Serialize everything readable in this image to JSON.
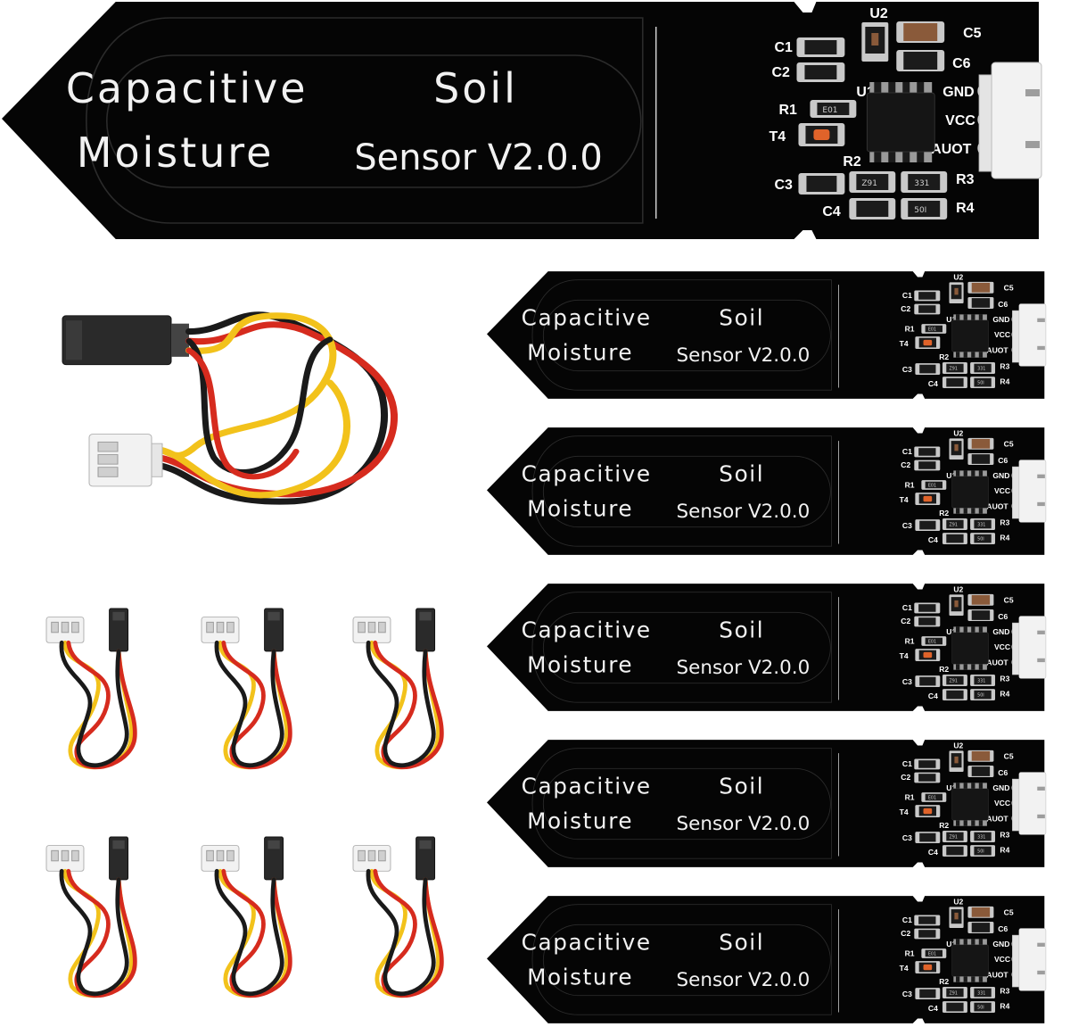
{
  "sensor": {
    "title_line1_a": "Capacitive",
    "title_line1_b": "Soil",
    "title_line2_a": "Moisture",
    "title_line2_b": "Sensor V2.0.0",
    "chip_u1": "U1",
    "chip_u2": "U2",
    "labels": {
      "c1": "C1",
      "c2": "C2",
      "c3": "C3",
      "c4": "C4",
      "c5": "C5",
      "c6": "C6",
      "r1": "R1",
      "r2": "R2",
      "r3": "R3",
      "r4": "R4",
      "t4": "T4"
    },
    "pins": {
      "gnd": "GND",
      "vcc": "VCC",
      "aout": "AUOT"
    },
    "resistor_codes": {
      "a": "E01",
      "b": "Z91",
      "c": "331",
      "d": "50I"
    }
  },
  "colors": {
    "pcb": "#050505",
    "wire_yellow": "#f2c21b",
    "wire_red": "#d62b1e",
    "wire_black": "#1a1a1a",
    "connector_white": "#f2f2f2",
    "dupont_black": "#2a2a2a"
  },
  "counts": {
    "sensors": 6,
    "cables": 7
  }
}
